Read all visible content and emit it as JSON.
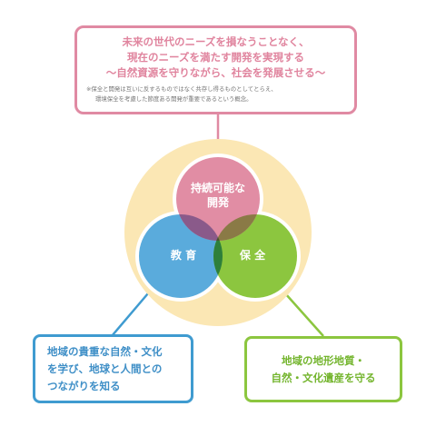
{
  "top_box": {
    "lines": [
      "未来の世代のニーズを損なうことなく、",
      "現在のニーズを満たす開発を実現する",
      "〜自然資源を守りながら、社会を発展させる〜"
    ],
    "note_lines": [
      "※保全と開発は互いに反するものではなく共存し得るものとしてとらえ、",
      "環境保全を考慮した節度ある開発が重要であるという概念。"
    ]
  },
  "circles": {
    "top": {
      "line1": "持続可能な",
      "line2": "開発"
    },
    "left": {
      "label": "教 育"
    },
    "right": {
      "label": "保 全"
    }
  },
  "left_box": {
    "lines": [
      "地域の貴重な自然・文化",
      "を学び、地球と人間との",
      "つながりを知る"
    ]
  },
  "right_box": {
    "lines": [
      "地域の地形地質・",
      "自然・文化遺産を守る"
    ]
  },
  "colors": {
    "pink": "#e08aa3",
    "blue": "#3f9bd0",
    "green": "#8cc63f",
    "halo": "#fbe7b4"
  }
}
